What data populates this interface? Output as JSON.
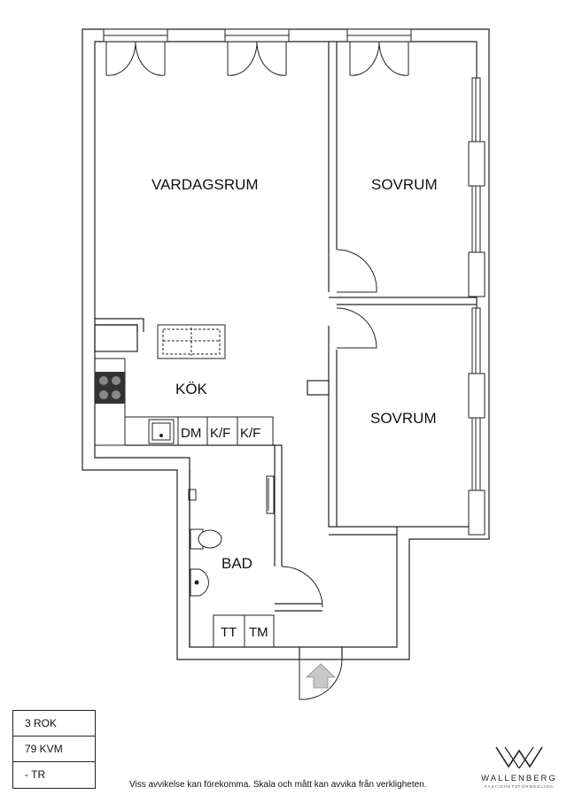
{
  "rooms": {
    "living": "VARDAGSRUM",
    "bedroom_1": "SOVRUM",
    "bedroom_2": "SOVRUM",
    "kitchen": "KÖK",
    "bathroom": "BAD"
  },
  "fixtures": {
    "dishwasher": "DM",
    "fridge_freezer_1": "K/F",
    "fridge_freezer_2": "K/F",
    "dryer": "TT",
    "washer": "TM"
  },
  "info": {
    "rooms": "3 ROK",
    "area": "79 KVM",
    "floor": "- TR"
  },
  "disclaimer": "Viss avvikelse kan förekomma. Skala och mått kan avvika från verkligheten.",
  "brand": {
    "name": "WALLENBERG",
    "tagline": "FASTIGHETSFÖRMEDLING"
  },
  "colors": {
    "wall": "#222222",
    "fill": "#ffffff",
    "entrance_arrow": "#c8c8c8"
  }
}
